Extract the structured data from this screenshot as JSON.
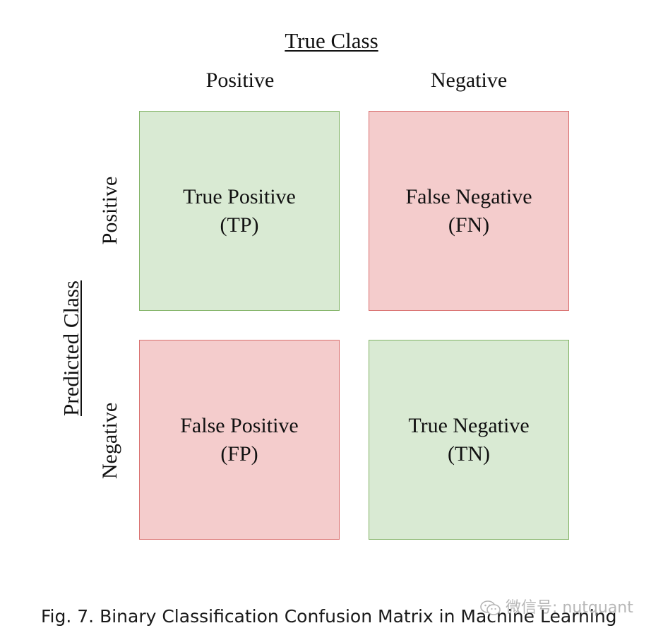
{
  "header": {
    "title": "True Class",
    "columns": [
      "Positive",
      "Negative"
    ]
  },
  "side": {
    "title": "Predicted Class",
    "rows": [
      "Positive",
      "Negative"
    ]
  },
  "matrix": {
    "tp": {
      "line1": "True Positive",
      "line2": "(TP)",
      "color": "#d9ead3"
    },
    "fn": {
      "line1": "False Negative",
      "line2": "(FN)",
      "color": "#f4cccc"
    },
    "fp": {
      "line1": "False Positive",
      "line2": "(FP)",
      "color": "#f4cccc"
    },
    "tn": {
      "line1": "True Negative",
      "line2": "(TN)",
      "color": "#d9ead3"
    }
  },
  "caption": "Fig. 7.  Binary Classification Confusion Matrix in Machine Learning",
  "watermark": {
    "text": "微信号: nutquant",
    "icon": "wechat-icon"
  }
}
